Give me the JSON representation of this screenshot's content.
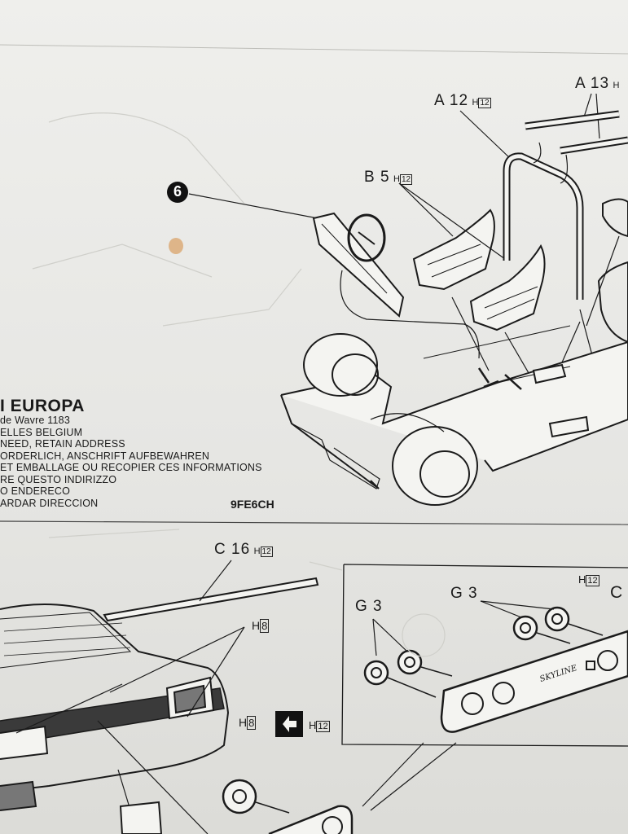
{
  "company": {
    "name_fragment": "I EUROPA",
    "address_lines": [
      "de Wavre 1183",
      "ELLES BELGIUM",
      "NEED, RETAIN ADDRESS",
      "ORDERLICH, ANSCHRIFT AUFBEWAHREN",
      "ET EMBALLAGE OU RECOPIER CES INFORMATIONS",
      "RE QUESTO INDIRIZZO",
      "O ENDERECO",
      "ARDAR DIRECCION"
    ],
    "catalog_code": "9FE6CH"
  },
  "step_number": "6",
  "parts": {
    "a12": {
      "id": "A 12",
      "color": "H",
      "color_num": "12"
    },
    "a13": {
      "id": "A 13",
      "color": "H"
    },
    "b5": {
      "id": "B 5",
      "color": "H",
      "color_num": "12"
    },
    "c16": {
      "id": "C 16",
      "color": "H",
      "color_num": "12"
    },
    "h8_top": {
      "color": "H",
      "color_num": "8"
    },
    "h8_mid": {
      "color": "H",
      "color_num": "8"
    },
    "h12_after_mix": {
      "color": "H",
      "color_num": "12"
    },
    "g3_left": {
      "id": "G 3"
    },
    "g3_right": {
      "id": "G 3"
    },
    "inset_h12": {
      "color": "H",
      "color_num": "12"
    },
    "c_cut": {
      "id": "C"
    }
  },
  "dashboard_badge": "SKYLINE",
  "colors": {
    "paper": "#e9e9e6",
    "ink": "#1a1a1a",
    "stain": "#d9a36a"
  }
}
